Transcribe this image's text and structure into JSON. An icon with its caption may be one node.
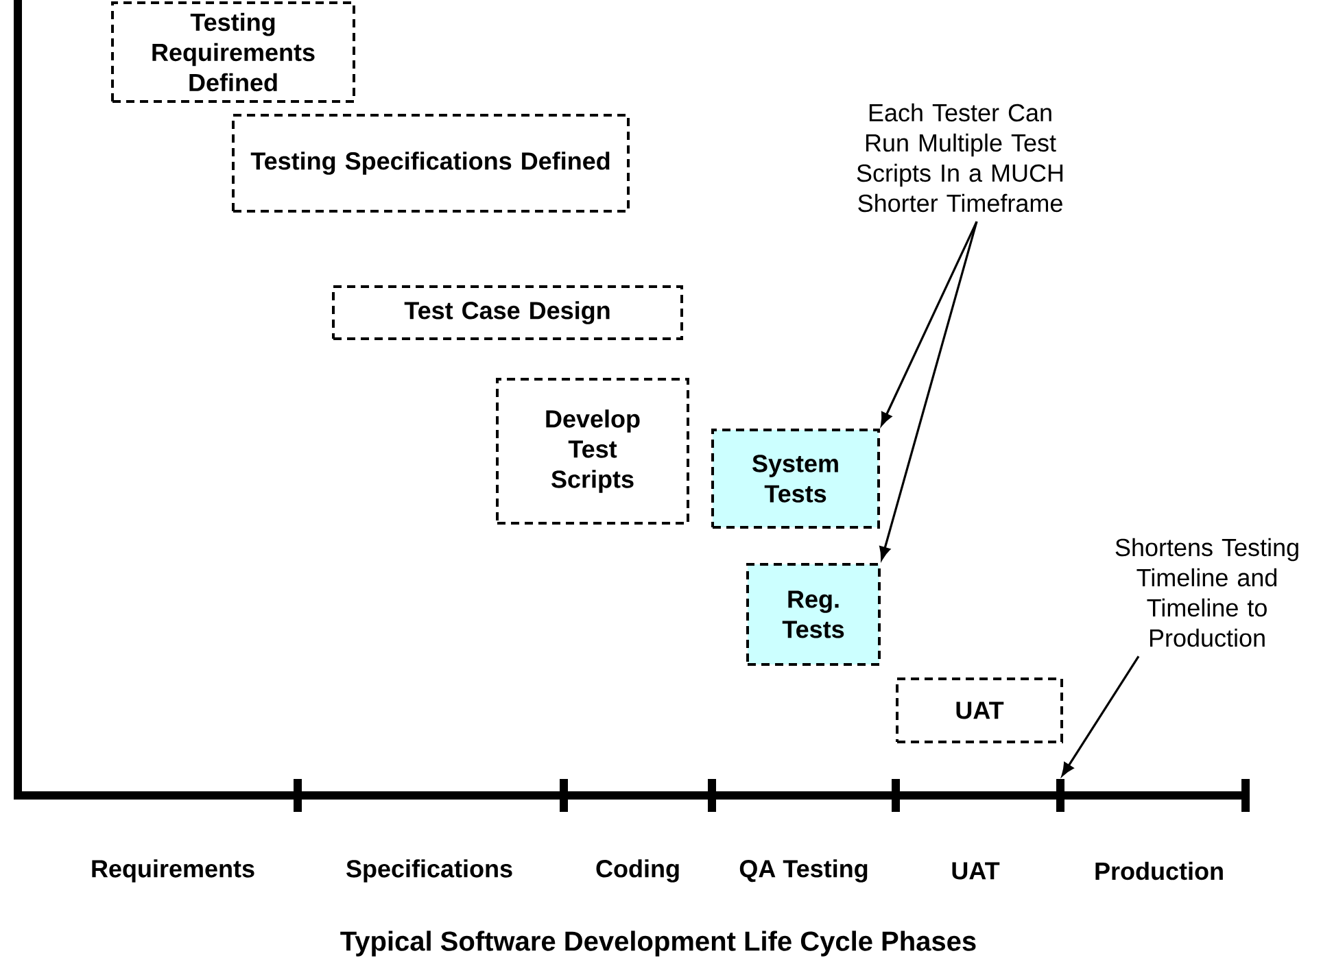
{
  "diagram": {
    "caption": "Typical Software Development Life Cycle Phases",
    "nodes": [
      {
        "text": [
          "Testing Requirements Defined"
        ]
      },
      {
        "text": [
          "Testing Specifications Defined"
        ]
      },
      {
        "text": [
          "Test Case Design"
        ]
      },
      {
        "text": [
          "Develop Test Scripts"
        ]
      },
      {
        "text": [
          "System Tests"
        ]
      },
      {
        "text": [
          "Reg. Tests"
        ]
      },
      {
        "text": [
          "UAT"
        ]
      },
      {
        "text": [
          "Each Tester Can Run Multiple Test Scripts In a MUCH Shorter Timeframe"
        ]
      },
      {
        "text": [
          "Shortens Testing Timeline and Timeline to Production"
        ]
      },
      {
        "text": [],
        "shape": "bar"
      }
    ],
    "edges": [
      {
        "from": 7,
        "to": 4,
        "arrow": "to"
      },
      {
        "from": 7,
        "to": 5,
        "arrow": "to"
      },
      {
        "from": 8,
        "to": 9,
        "arrow": "to"
      }
    ],
    "labels": [
      "Requirements",
      "Specifications",
      "Coding",
      "QA Testing",
      "UAT",
      "Production"
    ]
  }
}
